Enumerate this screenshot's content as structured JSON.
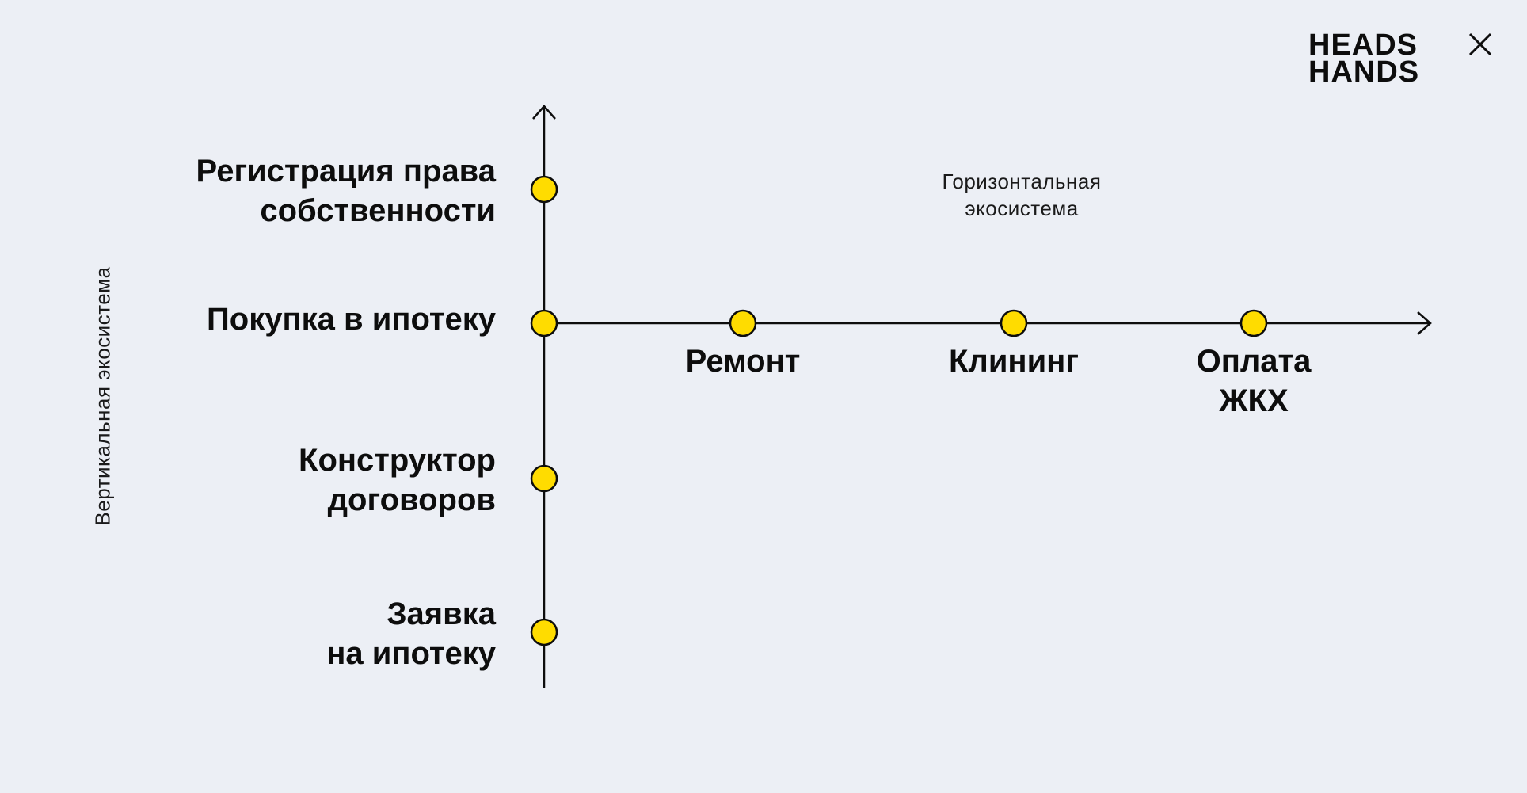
{
  "logo": {
    "line1": "HEADS",
    "line2": "HANDS"
  },
  "axis_captions": {
    "vertical": "Вертикальная экосистема",
    "horizontal": [
      "Горизонтальная",
      "экосистема"
    ]
  },
  "vertical_items": [
    {
      "lines": [
        "Регистрация права",
        "собственности"
      ]
    },
    {
      "lines": [
        "Покупка в ипотеку"
      ]
    },
    {
      "lines": [
        "Конструктор",
        "договоров"
      ]
    },
    {
      "lines": [
        "Заявка",
        "на ипотеку"
      ]
    }
  ],
  "horizontal_items": [
    {
      "lines": [
        "Ремонт"
      ]
    },
    {
      "lines": [
        "Клининг"
      ]
    },
    {
      "lines": [
        "Оплата",
        "ЖКХ"
      ]
    }
  ],
  "colors": {
    "background": "#eceff5",
    "node_fill": "#ffdc00",
    "line": "#0d0d0d"
  }
}
